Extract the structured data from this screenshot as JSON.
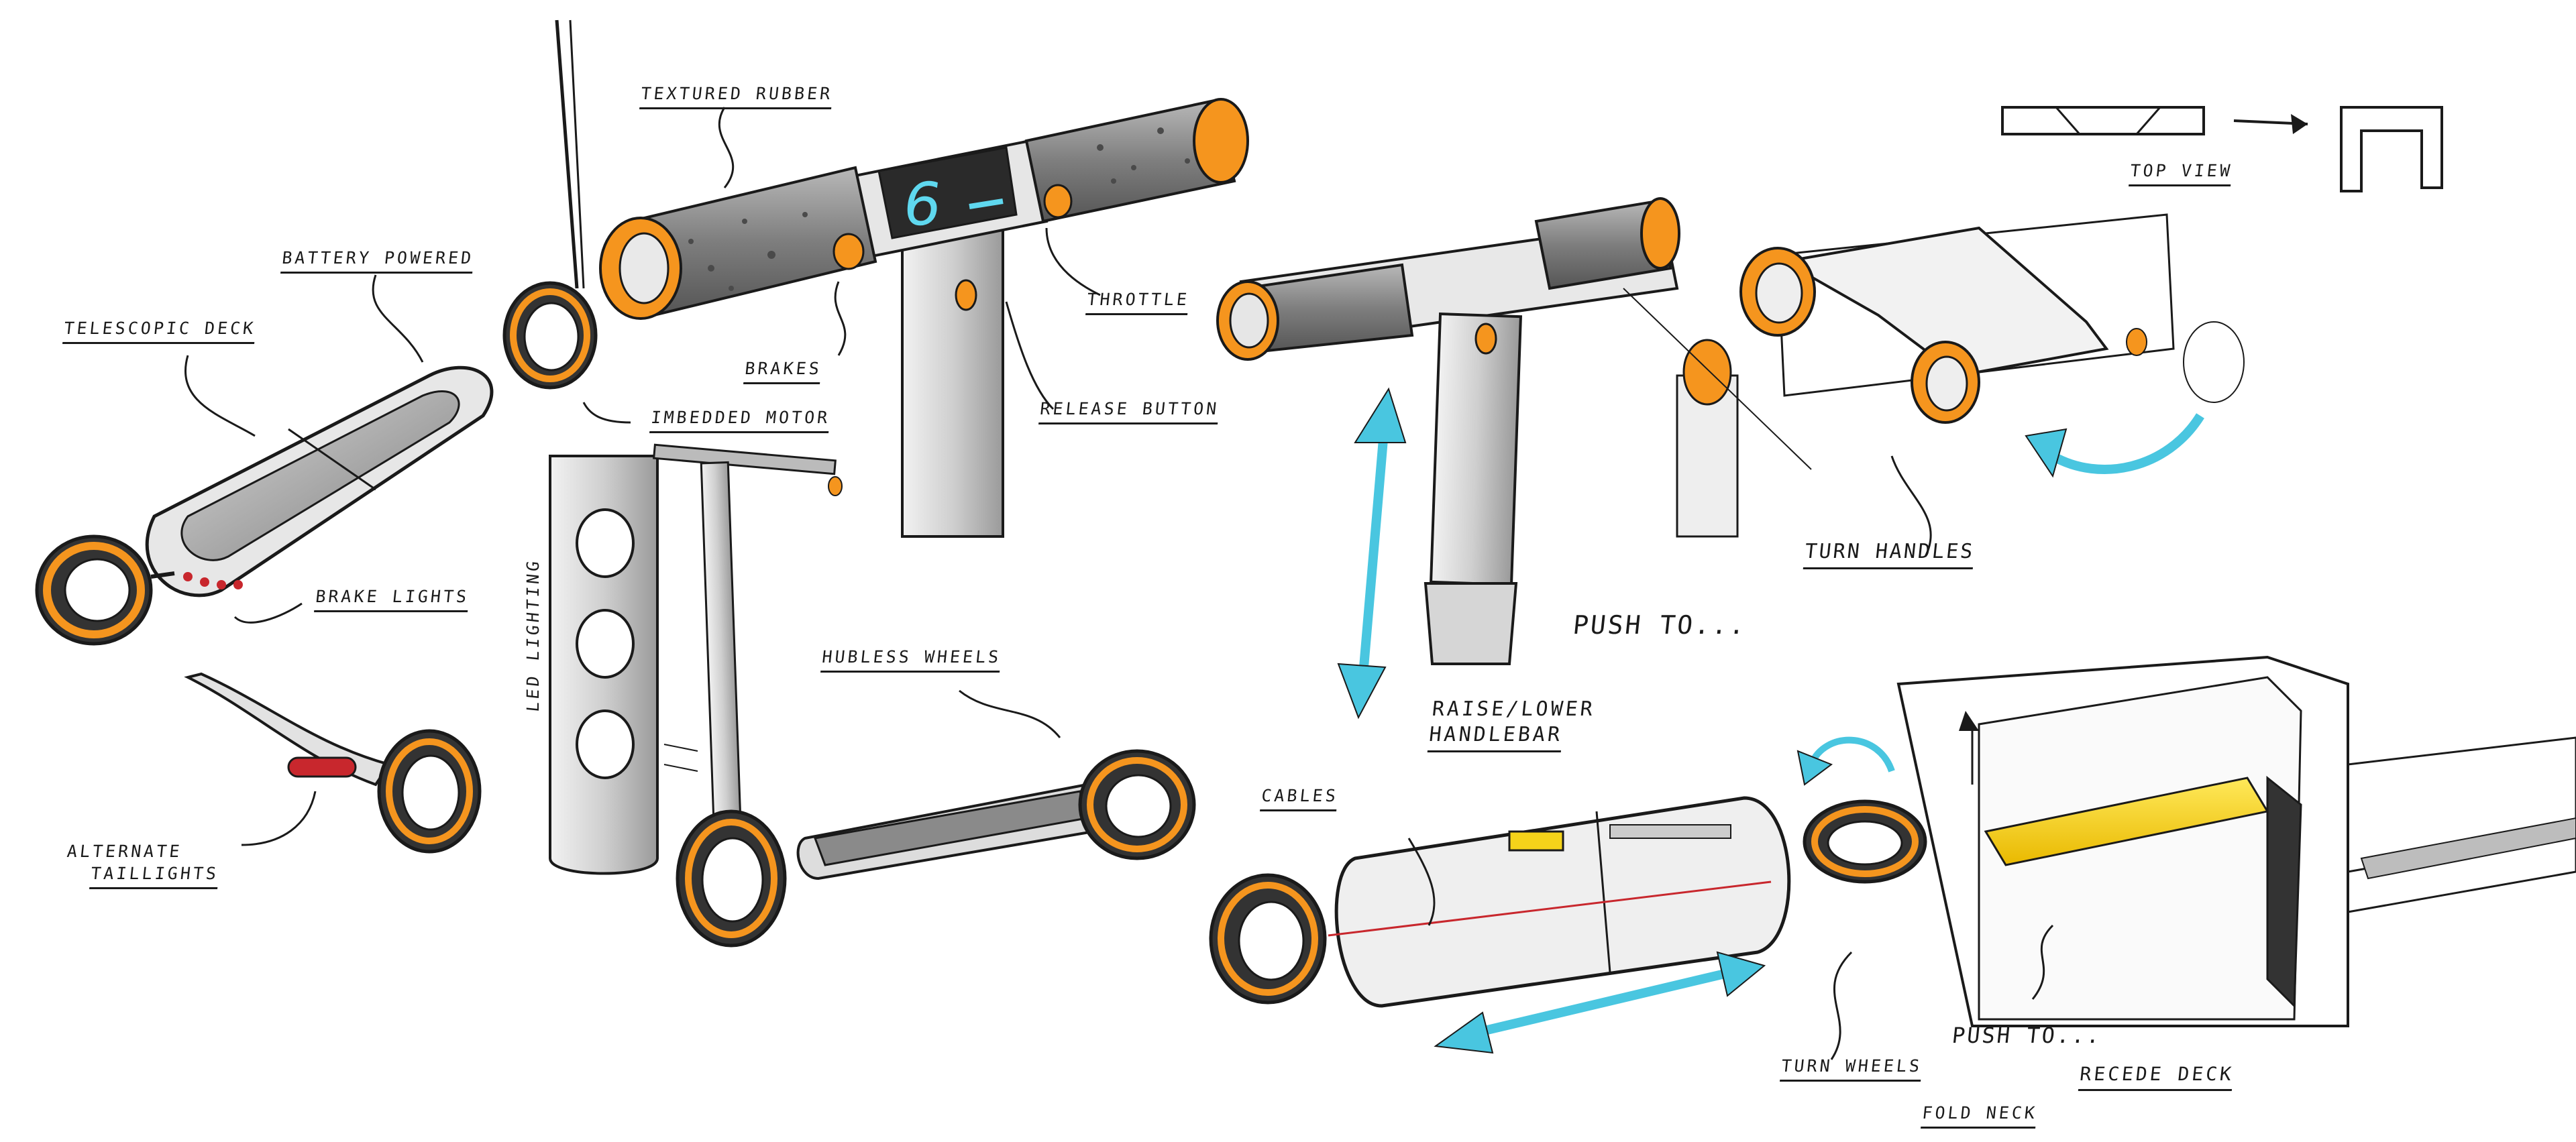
{
  "labels": {
    "textured_rubber": "TEXTURED RUBBER",
    "battery_powered": "BATTERY POWERED",
    "telescopic_deck": "TELESCOPIC DECK",
    "imbedded_motor": "IMBEDDED MOTOR",
    "brakes": "BRAKES",
    "throttle": "THROTTLE",
    "release_button": "RELEASE BUTTON",
    "brake_lights": "BRAKE LIGHTS",
    "led_lighting": "LED LIGHTING",
    "hubless_wheels": "HUBLESS WHEELS",
    "alternate_taillights_1": "ALTERNATE",
    "alternate_taillights_2": "TAILLIGHTS",
    "top_view": "TOP VIEW",
    "turn_handles": "TURN HANDLES",
    "push_to_1": "PUSH TO...",
    "raise_lower_1": "RAISE/LOWER",
    "raise_lower_2": "HANDLEBAR",
    "cables": "CABLES",
    "turn_wheels": "TURN WHEELS",
    "push_to_2": "PUSH TO...",
    "recede_deck": "RECEDE DECK",
    "fold_neck": "FOLD NECK",
    "display_speed": "6"
  },
  "colors": {
    "ink": "#1a1a1a",
    "orange": "#f5951e",
    "grey_rubber": "#8d8d8d",
    "cyan_arrow": "#49c6e0",
    "yellow": "#f5d31a",
    "brake_red": "#c8272d",
    "display_glow": "#5fd8ef"
  }
}
